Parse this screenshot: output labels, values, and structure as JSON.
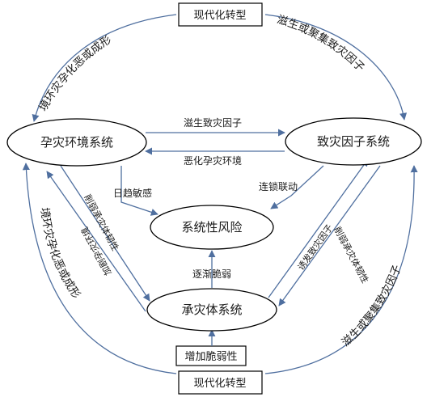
{
  "nodes": {
    "environment": "孕灾环境系统",
    "factor": "致灾因子系统",
    "risk": "系统性风险",
    "bearer": "承灾体系统"
  },
  "boxes": {
    "top": "现代化转型",
    "bottom": "现代化转型",
    "vulnerability": "增加脆弱性"
  },
  "arcs": {
    "top_left": "境环灾孕化恶或成形",
    "top_right": "滋生或聚集致灾因子",
    "bottom_left": "境环灾孕化恶或成形",
    "bottom_right": "滋生或聚集致灾因子"
  },
  "edges": {
    "env_to_factor": "滋生致灾因子",
    "factor_to_env": "恶化孕灾环境",
    "env_to_risk": "日趋敏感",
    "factor_to_risk": "连锁联动",
    "bearer_to_risk": "逐渐脆弱",
    "env_to_bearer": "削弱承灾体韧性",
    "bearer_to_env": "加剧孕灾环境",
    "factor_to_bearer": "诱发致灾因子",
    "bearer_to_factor": "削弱承灾体韧性"
  },
  "colors": {
    "edge": "#4f6f9f",
    "node_border": "#000000",
    "text": "#1a1a1a"
  }
}
